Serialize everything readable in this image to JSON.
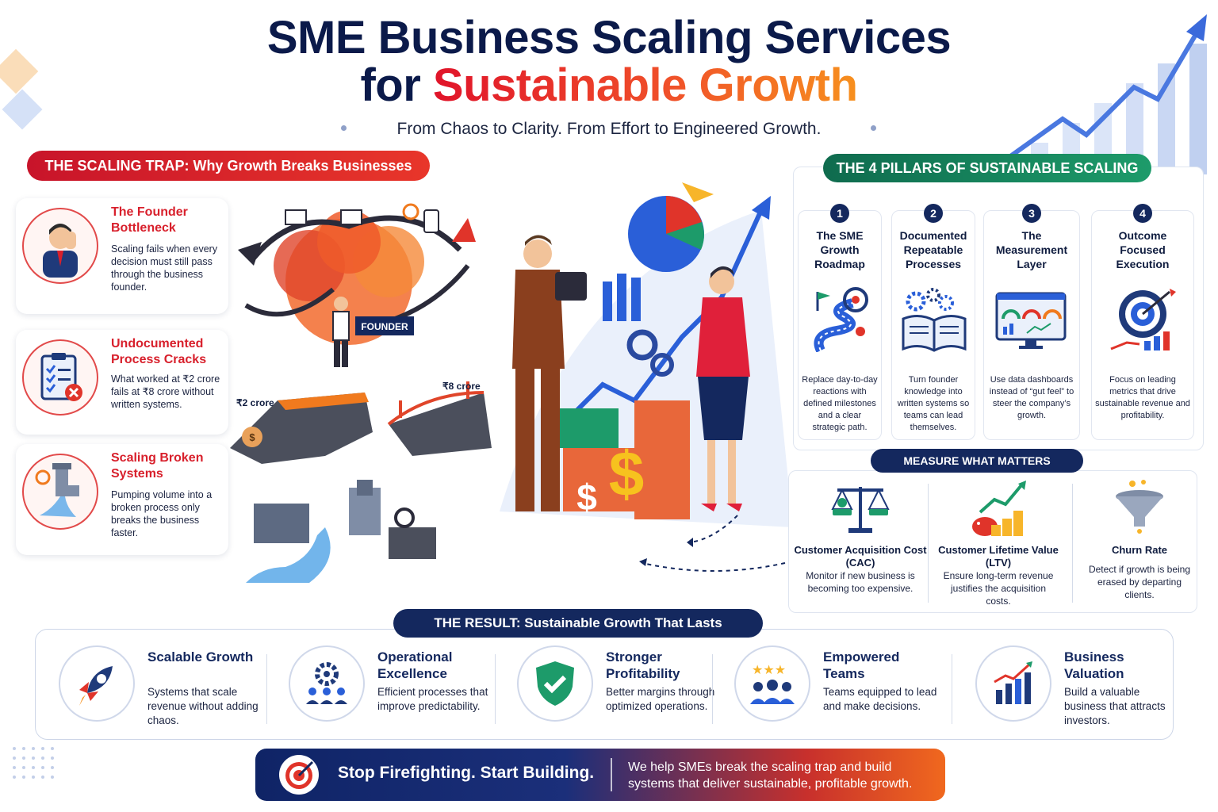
{
  "header": {
    "title_line1": "SME Business Scaling Services",
    "title_line2_prefix": "for ",
    "title_line2_highlight": "Sustainable Growth",
    "tagline": "From Chaos to Clarity. From Effort to Engineered Growth."
  },
  "scaling_trap": {
    "heading": "THE SCALING TRAP: Why Growth Breaks Businesses",
    "cards": [
      {
        "title": "The Founder Bottleneck",
        "text": "Scaling fails when every decision must still pass through the business founder.",
        "icon": "stressed-founder-icon"
      },
      {
        "title": "Undocumented Process Cracks",
        "text": "What worked at ₹2 crore fails at ₹8 crore without written systems.",
        "icon": "clipboard-checklist-icon"
      },
      {
        "title": "Scaling Broken Systems",
        "text": "Pumping volume into a broken process only breaks the business faster.",
        "icon": "leaking-pipe-icon"
      }
    ],
    "illustration_labels": {
      "founder": "FOUNDER",
      "left_cliff": "₹2 crore",
      "right_cliff": "₹8 crore"
    }
  },
  "pillars": {
    "heading": "THE 4 PILLARS OF SUSTAINABLE SCALING",
    "items": [
      {
        "number": "1",
        "title": "The SME Growth Roadmap",
        "text": "Replace day-to-day reactions with defined milestones and a clear strategic path.",
        "icon": "roadmap-icon"
      },
      {
        "number": "2",
        "title": "Documented Repeatable Processes",
        "text": "Turn founder knowledge into written systems so teams can lead themselves.",
        "icon": "process-book-icon"
      },
      {
        "number": "3",
        "title": "The Measurement Layer",
        "text": "Use data dashboards instead of “gut feel” to steer the company’s growth.",
        "icon": "dashboard-icon"
      },
      {
        "number": "4",
        "title": "Outcome Focused Execution",
        "text": "Focus on leading metrics that drive sustainable revenue and profitability.",
        "icon": "target-icon"
      }
    ]
  },
  "metrics": {
    "heading": "MEASURE WHAT MATTERS",
    "items": [
      {
        "title": "Customer Acquisition Cost (CAC)",
        "text": "Monitor if new business is becoming too expensive.",
        "icon": "balance-scale-icon"
      },
      {
        "title": "Customer Lifetime Value (LTV)",
        "text": "Ensure long-term revenue justifies the acquisition costs.",
        "icon": "piggy-bank-coins-icon"
      },
      {
        "title": "Churn Rate",
        "text": "Detect if growth is being erased by departing clients.",
        "icon": "funnel-icon"
      }
    ]
  },
  "result": {
    "heading": "THE RESULT: Sustainable Growth That Lasts",
    "items": [
      {
        "title": "Scalable Growth",
        "text": "Systems that scale revenue without adding chaos.",
        "icon": "rocket-icon"
      },
      {
        "title": "Operational Excellence",
        "text": "Efficient processes that improve predictability.",
        "icon": "gear-team-icon"
      },
      {
        "title": "Stronger Profitability",
        "text": "Better margins through optimized operations.",
        "icon": "shield-check-icon"
      },
      {
        "title": "Empowered Teams",
        "text": "Teams equipped to lead and make decisions.",
        "icon": "star-team-icon"
      },
      {
        "title": "Business Valuation",
        "text": "Build a valuable business that attracts investors.",
        "icon": "growth-chart-icon"
      }
    ]
  },
  "cta": {
    "title": "Stop Firefighting. Start Building.",
    "text": "We help SMEs break the scaling trap and build systems that deliver sustainable, profitable growth."
  },
  "colors": {
    "navy": "#14285e",
    "red": "#d8202c",
    "orange": "#f07a1e",
    "green": "#1d9b6a",
    "blue": "#2a5fd8"
  }
}
